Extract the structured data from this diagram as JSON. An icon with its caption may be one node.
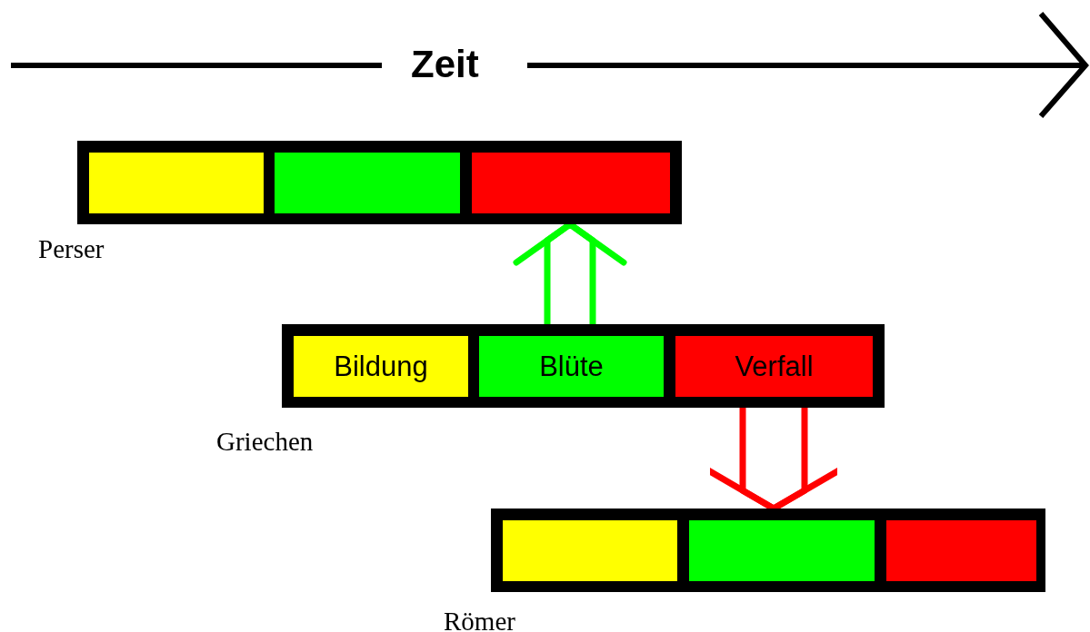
{
  "diagram": {
    "nodes": [
      {
        "text": [],
        "shape": "bar",
        "beside": [
          "Perser"
        ]
      },
      {
        "text": [],
        "shape": "box",
        "in": 0
      },
      {
        "text": [],
        "shape": "box",
        "in": 0
      },
      {
        "text": [],
        "shape": "box",
        "in": 0
      },
      {
        "text": [],
        "shape": "bar",
        "beside": [
          "Griechen"
        ]
      },
      {
        "text": [
          "Bildung"
        ],
        "in": 4
      },
      {
        "text": [
          "Blüte"
        ],
        "in": 4
      },
      {
        "text": [
          "Verfall"
        ],
        "in": 4
      },
      {
        "text": [],
        "shape": "bar",
        "beside": [
          "Römer"
        ]
      },
      {
        "text": [],
        "shape": "box",
        "in": 8
      },
      {
        "text": [],
        "shape": "box",
        "in": 8
      },
      {
        "text": [],
        "shape": "box",
        "in": 8
      }
    ],
    "edges": [
      {
        "from": 6,
        "to": 0,
        "arrow": "to",
        "color": "#00ff00"
      },
      {
        "from": 7,
        "to": 8,
        "arrow": "to",
        "color": "#ff0000"
      }
    ],
    "labels": [
      "Zeit"
    ]
  }
}
